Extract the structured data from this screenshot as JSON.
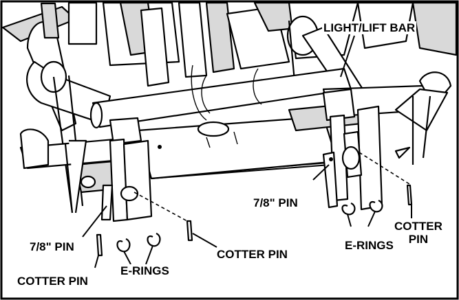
{
  "callouts": {
    "light_lift_bar": "LIGHT/LIFT BAR",
    "pin_center": "7/8\" PIN",
    "pin_left": "7/8\" PIN",
    "cotter_pin_right_line1": "COTTER",
    "cotter_pin_right_line2": "PIN",
    "cotter_pin_center": "COTTER PIN",
    "cotter_pin_left": "COTTER PIN",
    "e_rings_right": "E-RINGS",
    "e_rings_left": "E-RINGS"
  },
  "colors": {
    "line": "#000000",
    "background": "#ffffff",
    "shade": "#d9d9d9"
  }
}
